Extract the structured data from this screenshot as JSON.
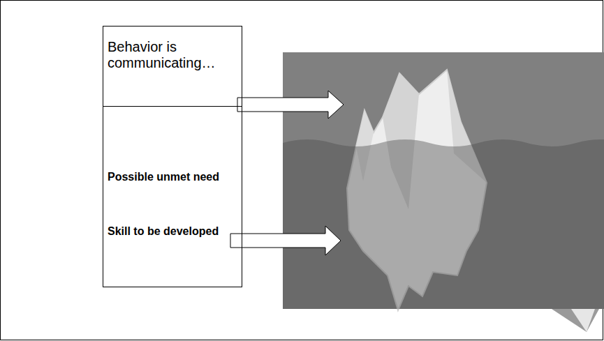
{
  "diagram": {
    "nodes": [
      {
        "text": [
          "Behavior is communicating…"
        ]
      },
      {
        "text": [
          "Possible unmet need",
          "Skill to be developed"
        ]
      }
    ]
  }
}
